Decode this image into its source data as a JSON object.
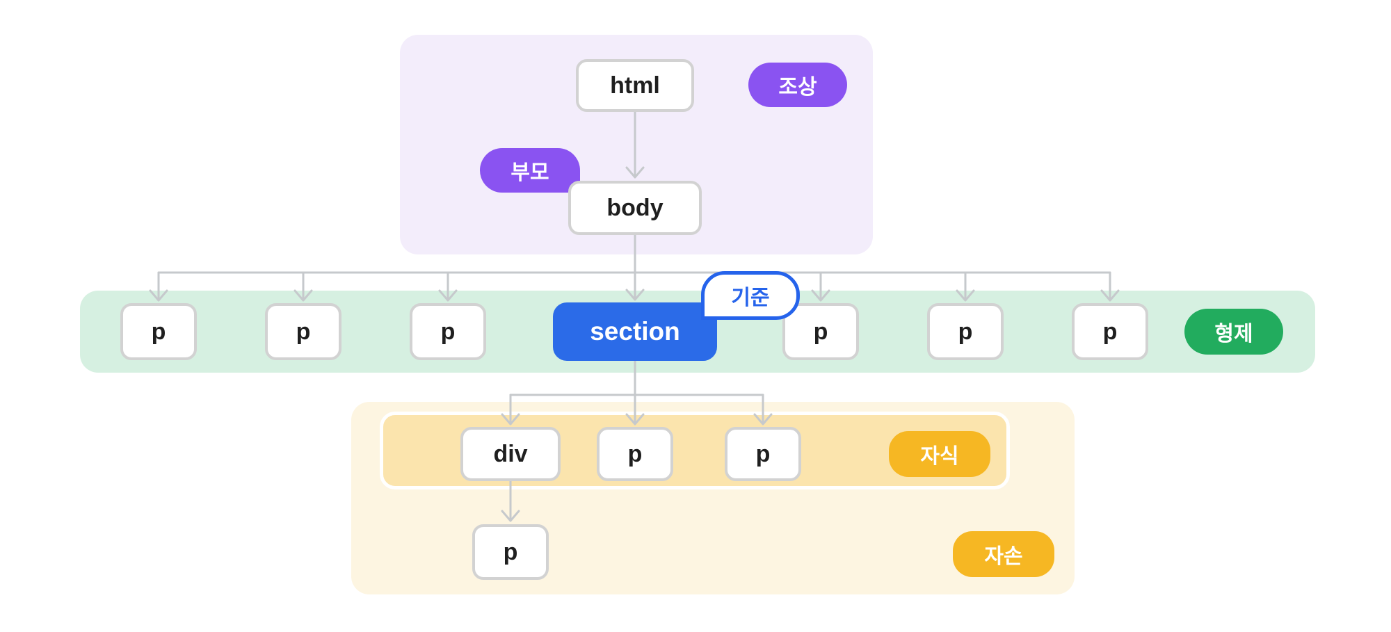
{
  "colors": {
    "purple-panel": "#f3edfb",
    "purple-badge": "#8a53f1",
    "blue-node": "#2b6be8",
    "blue-accent": "#2563eb",
    "green-panel": "#d6f0e1",
    "green-badge": "#22ac5e",
    "yellow-panel-outer": "#fdf5e1",
    "yellow-panel-inner": "#fbe4ad",
    "yellow-badge": "#f6b723",
    "node-border": "#d2d2d2",
    "node-text": "#1f1f1f",
    "connector": "#c6c9cc"
  },
  "tree": {
    "root": {
      "label": "html"
    },
    "parent": {
      "label": "body"
    },
    "badges": {
      "ancestor": "조상",
      "parent": "부모",
      "base": "기준",
      "sibling": "형제",
      "child": "자식",
      "descendant": "자손"
    },
    "sibling_row": {
      "left": [
        {
          "label": "p"
        },
        {
          "label": "p"
        },
        {
          "label": "p"
        }
      ],
      "base": {
        "label": "section"
      },
      "right": [
        {
          "label": "p"
        },
        {
          "label": "p"
        },
        {
          "label": "p"
        }
      ]
    },
    "child_row": [
      {
        "label": "div"
      },
      {
        "label": "p"
      },
      {
        "label": "p"
      }
    ],
    "descendant_node": {
      "label": "p"
    }
  }
}
